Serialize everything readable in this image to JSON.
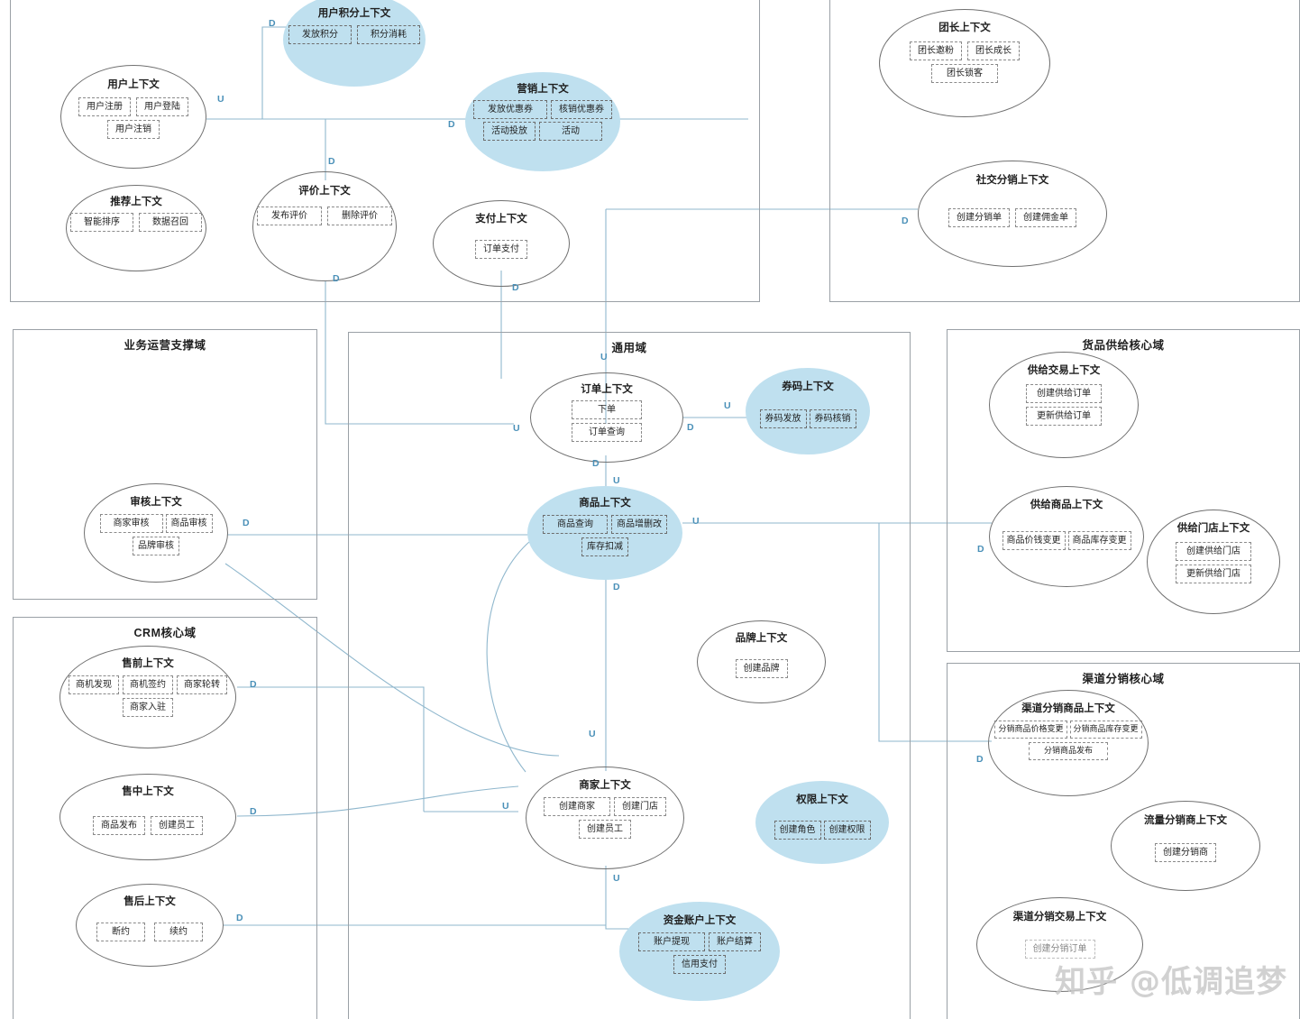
{
  "diagram": {
    "watermark": "知乎 @低调追梦",
    "relation_labels": {
      "upstream": "U",
      "downstream": "D"
    },
    "colors": {
      "fill_accent": "#bfe0ef",
      "line": "#8fb7cd",
      "label": "#4a90b8",
      "border": "#707070"
    }
  },
  "domains": [
    {
      "name": "user_domain",
      "title": ""
    },
    {
      "name": "group_leader_domain",
      "title": ""
    },
    {
      "name": "business_ops_domain",
      "title": "业务运营支撑域"
    },
    {
      "name": "general_domain",
      "title": "通用域"
    },
    {
      "name": "supply_core_domain",
      "title": "货品供给核心域"
    },
    {
      "name": "crm_core_domain",
      "title": "CRM核心域"
    },
    {
      "name": "channel_distribution_core_domain",
      "title": "渠道分销核心域"
    }
  ],
  "contexts": [
    {
      "id": "user",
      "title": "用户上下文",
      "filled": false,
      "capabilities": [
        "用户注册",
        "用户登陆",
        "用户注销"
      ]
    },
    {
      "id": "user_points",
      "title": "用户积分上下文",
      "filled": true,
      "capabilities": [
        "发放积分",
        "积分消耗"
      ]
    },
    {
      "id": "marketing",
      "title": "营销上下文",
      "filled": true,
      "capabilities": [
        "发放优惠券",
        "核销优惠券",
        "活动投放",
        "活动"
      ]
    },
    {
      "id": "group_leader",
      "title": "团长上下文",
      "filled": false,
      "capabilities": [
        "团长邀粉",
        "团长成长",
        "团长锁客"
      ]
    },
    {
      "id": "social_distribution",
      "title": "社交分销上下文",
      "filled": false,
      "capabilities": [
        "创建分销单",
        "创建佣金单"
      ]
    },
    {
      "id": "recommend",
      "title": "推荐上下文",
      "filled": false,
      "capabilities": [
        "智能排序",
        "数据召回"
      ]
    },
    {
      "id": "review",
      "title": "评价上下文",
      "filled": false,
      "capabilities": [
        "发布评价",
        "删除评价"
      ]
    },
    {
      "id": "payment",
      "title": "支付上下文",
      "filled": false,
      "capabilities": [
        "订单支付"
      ]
    },
    {
      "id": "order",
      "title": "订单上下文",
      "filled": false,
      "capabilities": [
        "下单",
        "订单查询"
      ]
    },
    {
      "id": "coupon_code",
      "title": "券码上下文",
      "filled": true,
      "capabilities": [
        "券码发放",
        "券码核销"
      ]
    },
    {
      "id": "audit",
      "title": "审核上下文",
      "filled": false,
      "capabilities": [
        "商家审核",
        "商品审核",
        "品牌审核"
      ]
    },
    {
      "id": "product",
      "title": "商品上下文",
      "filled": true,
      "capabilities": [
        "商品查询",
        "商品增删改",
        "库存扣减"
      ]
    },
    {
      "id": "brand",
      "title": "品牌上下文",
      "filled": false,
      "capabilities": [
        "创建品牌"
      ]
    },
    {
      "id": "supply_trade",
      "title": "供给交易上下文",
      "filled": false,
      "capabilities": [
        "创建供给订单",
        "更新供给订单"
      ]
    },
    {
      "id": "supply_product",
      "title": "供给商品上下文",
      "filled": false,
      "capabilities": [
        "商品价钱变更",
        "商品库存变更"
      ]
    },
    {
      "id": "supply_store",
      "title": "供给门店上下文",
      "filled": false,
      "capabilities": [
        "创建供给门店",
        "更新供给门店"
      ]
    },
    {
      "id": "pre_sale",
      "title": "售前上下文",
      "filled": false,
      "capabilities": [
        "商机发现",
        "商机签约",
        "商家轮转",
        "商家入驻"
      ]
    },
    {
      "id": "in_sale",
      "title": "售中上下文",
      "filled": false,
      "capabilities": [
        "商品发布",
        "创建员工"
      ]
    },
    {
      "id": "after_sale",
      "title": "售后上下文",
      "filled": false,
      "capabilities": [
        "断约",
        "续约"
      ]
    },
    {
      "id": "merchant",
      "title": "商家上下文",
      "filled": false,
      "capabilities": [
        "创建商家",
        "创建门店",
        "创建员工"
      ]
    },
    {
      "id": "permission",
      "title": "权限上下文",
      "filled": true,
      "capabilities": [
        "创建角色",
        "创建权限"
      ]
    },
    {
      "id": "fund_account",
      "title": "资金账户上下文",
      "filled": true,
      "capabilities": [
        "账户提现",
        "账户结算",
        "信用支付"
      ]
    },
    {
      "id": "channel_product",
      "title": "渠道分销商品上下文",
      "filled": false,
      "capabilities": [
        "分销商品价格变更",
        "分销商品库存变更",
        "分销商品发布"
      ]
    },
    {
      "id": "traffic_distributor",
      "title": "流量分销商上下文",
      "filled": false,
      "capabilities": [
        "创建分销商"
      ]
    },
    {
      "id": "channel_trade",
      "title": "渠道分销交易上下文",
      "filled": false,
      "capabilities": [
        "创建分销订单"
      ]
    }
  ],
  "relations": [
    {
      "id": "r1",
      "label": "U"
    },
    {
      "id": "r2",
      "label": "D"
    },
    {
      "id": "r3",
      "label": "D"
    },
    {
      "id": "r4",
      "label": "D"
    },
    {
      "id": "r5",
      "label": "D"
    },
    {
      "id": "r6",
      "label": "D"
    },
    {
      "id": "r7",
      "label": "D"
    },
    {
      "id": "r8",
      "label": "U"
    },
    {
      "id": "r9",
      "label": "U"
    },
    {
      "id": "r10",
      "label": "D"
    },
    {
      "id": "r11",
      "label": "U"
    },
    {
      "id": "r12",
      "label": "D"
    },
    {
      "id": "r13",
      "label": "D"
    },
    {
      "id": "r14",
      "label": "U"
    },
    {
      "id": "r15",
      "label": "D"
    },
    {
      "id": "r16",
      "label": "D"
    },
    {
      "id": "r17",
      "label": "U"
    },
    {
      "id": "r18",
      "label": "D"
    },
    {
      "id": "r19",
      "label": "D"
    },
    {
      "id": "r20",
      "label": "U"
    },
    {
      "id": "r21",
      "label": "U"
    },
    {
      "id": "r22",
      "label": "D"
    },
    {
      "id": "r23",
      "label": "D"
    }
  ]
}
